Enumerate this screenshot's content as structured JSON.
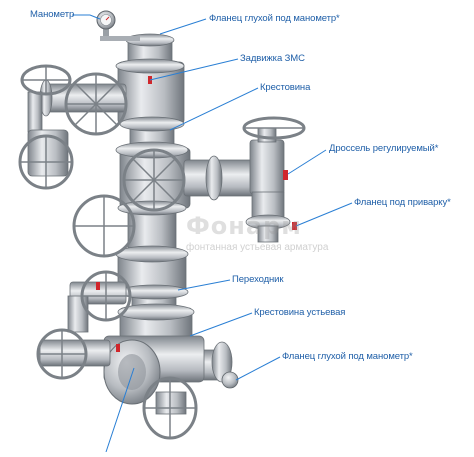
{
  "labels": {
    "manometer": "Манометр",
    "blind_flange_manometer_top": "Фланец глухой под манометр*",
    "gate_valve": "Задвижка ЗМС",
    "cross": "Крестовина",
    "choke": "Дроссель регулируемый*",
    "weld_flange": "Фланец под приварку*",
    "adapter": "Переходник",
    "wellhead_cross": "Крестовина устьевая",
    "blind_flange_manometer_bottom": "Фланец глухой под манометр*"
  },
  "watermark": {
    "brand": "Фонарм",
    "tagline": "фонтанная устьевая арматура"
  },
  "colors": {
    "label": "#1f5fa8",
    "leader": "#2a7fd4",
    "steel": "#c9ccd0",
    "steel_dark": "#8d9299",
    "accent_red": "#d0262b"
  }
}
